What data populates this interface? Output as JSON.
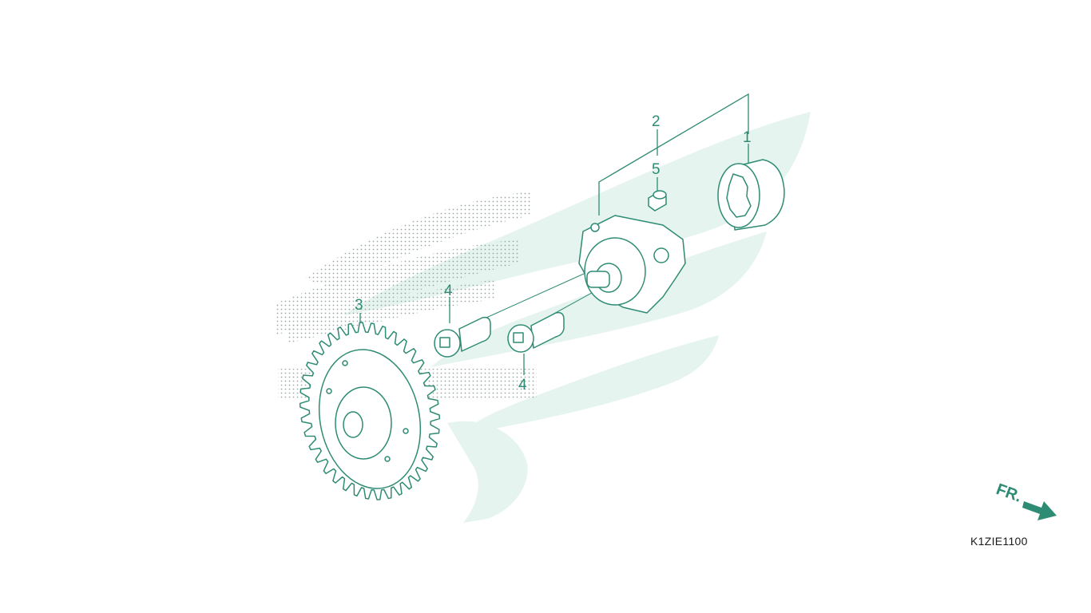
{
  "diagram": {
    "code": "K1ZIE1100",
    "direction_label": "FR.",
    "callouts": {
      "part_1": "1",
      "part_2": "2",
      "part_3": "3",
      "part_4a": "4",
      "part_4b": "4",
      "part_5": "5"
    },
    "colors": {
      "line": "#2e8b74",
      "watermark": "#e6f4ef"
    }
  }
}
